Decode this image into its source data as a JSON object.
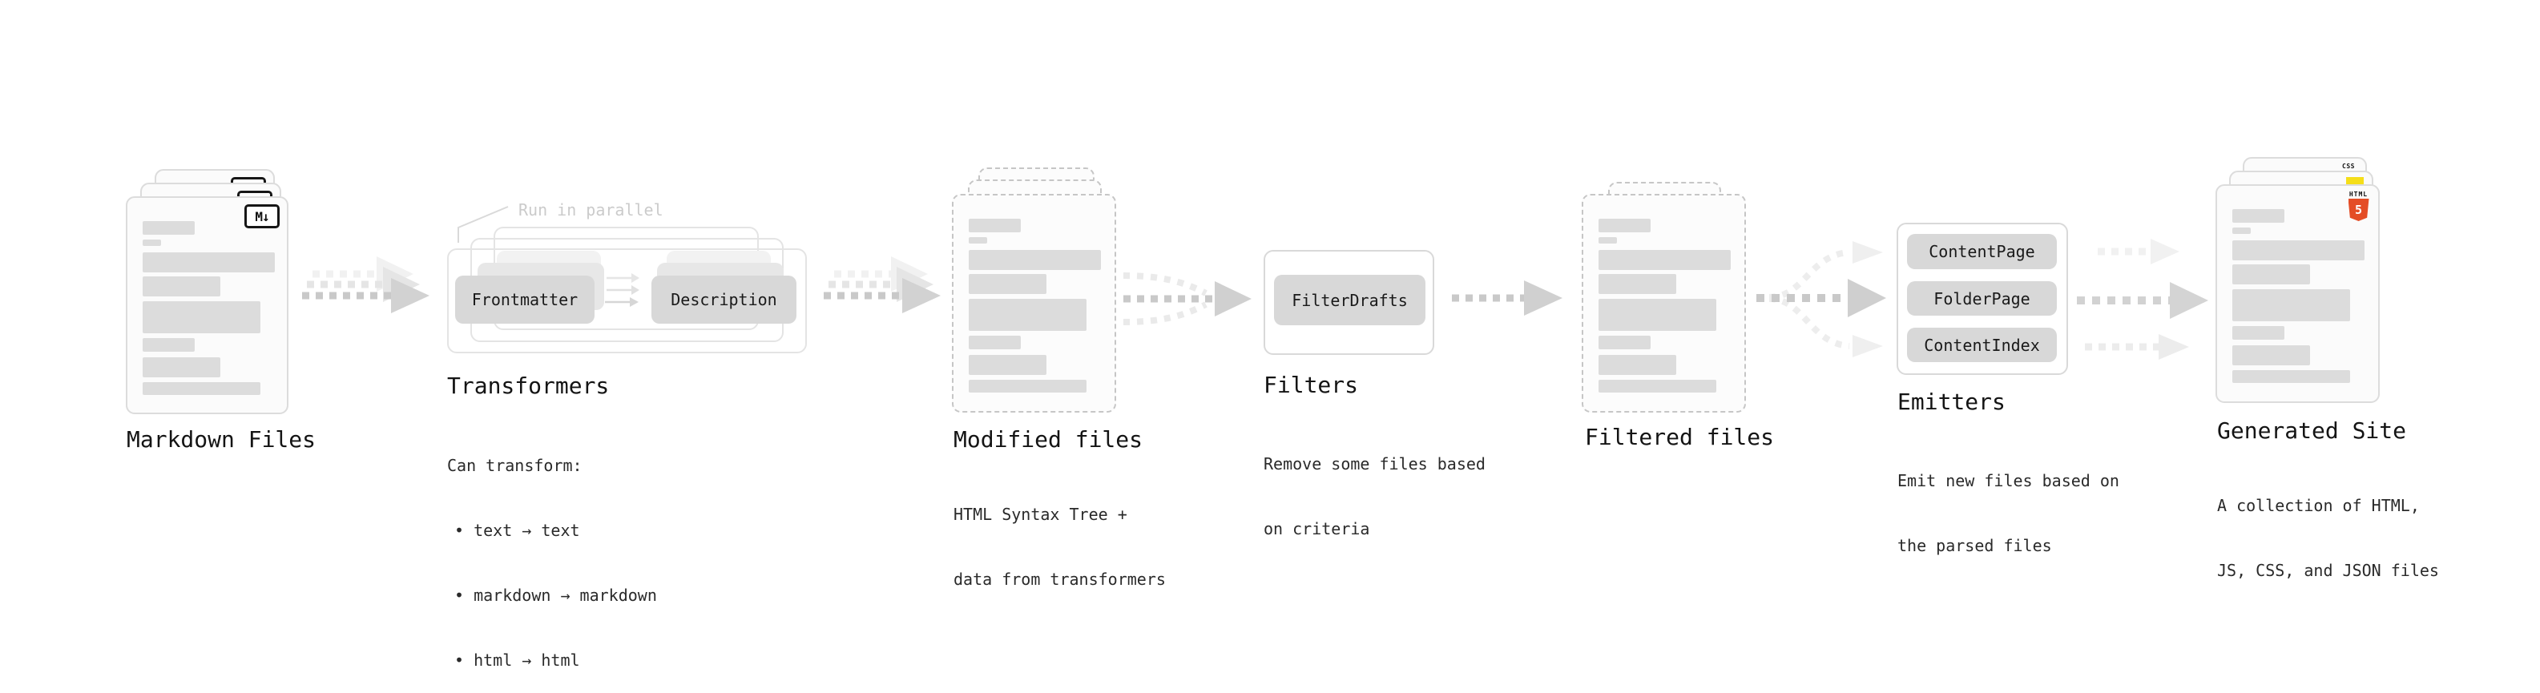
{
  "stages": {
    "markdown_files": {
      "label": "Markdown Files",
      "file_badge": "M↓"
    },
    "transformers": {
      "heading": "Transformers",
      "note": "Run in parallel",
      "steps": [
        "Frontmatter",
        "Description"
      ],
      "desc_title": "Can transform:",
      "bullets": [
        "• text → text",
        "• markdown → markdown",
        "• html → html"
      ]
    },
    "modified_files": {
      "heading": "Modified files",
      "desc_lines": [
        "HTML Syntax Tree +",
        "data from transformers"
      ]
    },
    "filters": {
      "heading": "Filters",
      "items": [
        "FilterDrafts"
      ],
      "desc_lines": [
        "Remove some files based",
        "on criteria"
      ]
    },
    "filtered_files": {
      "heading": "Filtered files"
    },
    "emitters": {
      "heading": "Emitters",
      "items": [
        "ContentPage",
        "FolderPage",
        "ContentIndex"
      ],
      "desc_lines": [
        "Emit new files based on",
        "the parsed files"
      ]
    },
    "generated_site": {
      "heading": "Generated Site",
      "desc_lines": [
        "A collection of HTML,",
        "JS, CSS, and JSON files"
      ],
      "badges": {
        "html_word": "HTML",
        "html_number": "5",
        "css_word": "CSS"
      }
    }
  },
  "colors": {
    "html5_orange": "#e44d26",
    "js_yellow": "#f5de19",
    "css_blue": "#2e6df6",
    "arrow_gray": "#c9c9c9",
    "skeleton_gray": "#dcdcdc"
  }
}
